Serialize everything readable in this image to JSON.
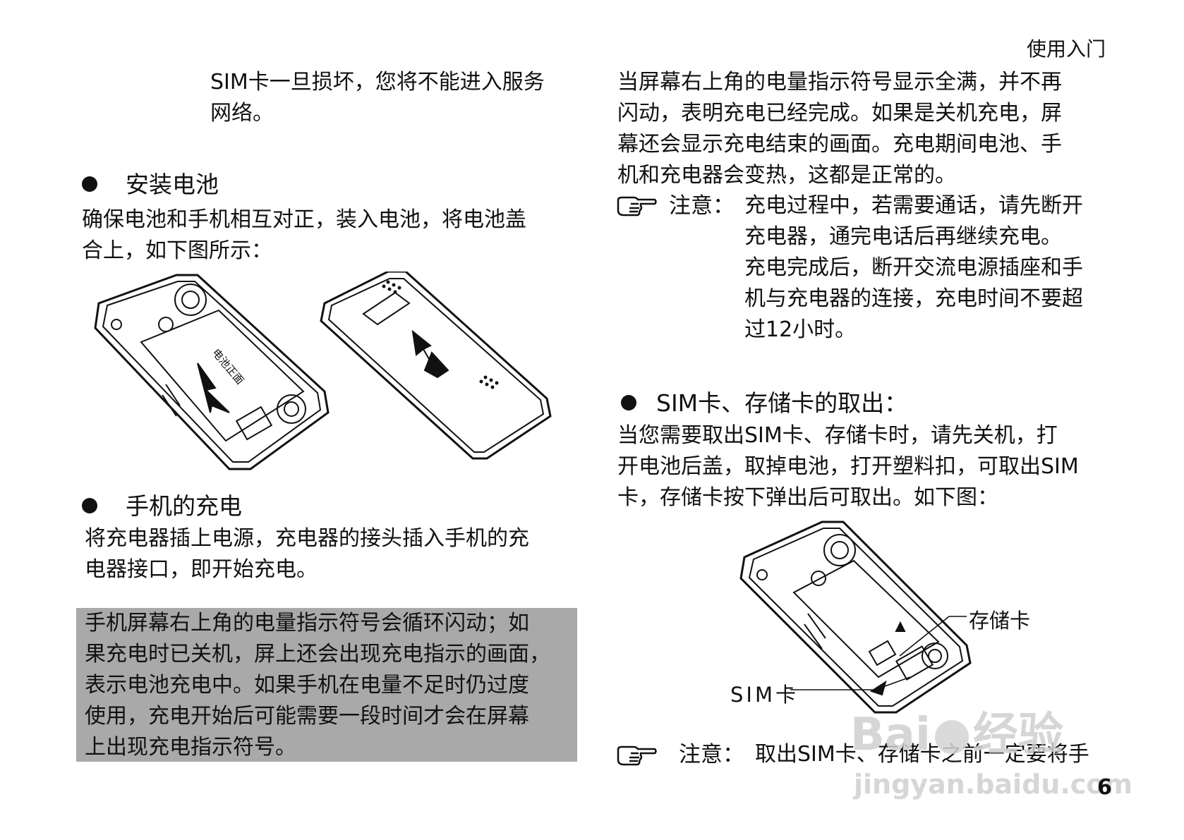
{
  "header": {
    "section": "使用入门"
  },
  "page_number": "6",
  "left": {
    "sim_damage_lines": [
      "SIM卡一旦损坏，您将不能进入服务",
      "网络。"
    ],
    "battery": {
      "heading": "安装电池",
      "lines": [
        "确保电池和手机相互对正，装入电池，将电池盖",
        "合上，如下图所示："
      ],
      "figure_text": "电池正面"
    },
    "charging": {
      "heading": "手机的充电",
      "lines": [
        "将充电器插上电源，充电器的接头插入手机的充",
        "电器接口，即开始充电。"
      ],
      "highlight_lines": [
        "手机屏幕右上角的电量指示符号会循环闪动；如",
        "果充电时已关机，屏上还会出现充电指示的画面，",
        "表示电池充电中。如果手机在电量不足时仍过度",
        "使用，充电开始后可能需要一段时间才会在屏幕",
        "上出现充电指示符号。"
      ]
    }
  },
  "right": {
    "charge_done_lines": [
      "当屏幕右上角的电量指示符号显示全满，并不再",
      "闪动，表明充电已经完成。如果是关机充电，屏",
      "幕还会显示充电结束的画面。充电期间电池、手",
      "机和充电器会变热，这都是正常的。"
    ],
    "note1": {
      "label": "注意：",
      "lines": [
        "充电过程中，若需要通话，请先断开",
        "充电器，通完电话后再继续充电。",
        "充电完成后，断开交流电源插座和手",
        "机与充电器的连接，充电时间不要超",
        "过12小时。"
      ]
    },
    "sim_removal": {
      "heading": "SIM卡、存储卡的取出：",
      "lines": [
        "当您需要取出SIM卡、存储卡时，请先关机，打",
        "开电池后盖，取掉电池，打开塑料扣，可取出SIM",
        "卡，存储卡按下弹出后可取出。如下图："
      ],
      "label_memory_card": "存储卡",
      "label_sim_card": "SIM卡"
    },
    "note2": {
      "label": "注意：",
      "text": "取出SIM卡、存储卡之前一定要将手"
    }
  },
  "watermark": {
    "brand": "Bai",
    "brand_cn": "经验",
    "url": "jingyan.baidu.com"
  }
}
